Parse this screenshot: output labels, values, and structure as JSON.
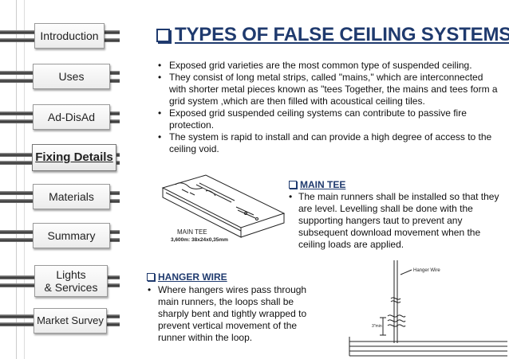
{
  "nav": {
    "items": [
      {
        "label": "Introduction"
      },
      {
        "label": "Uses"
      },
      {
        "label": "Ad-DisAd"
      },
      {
        "label": "Fixing Details"
      },
      {
        "label": "Materials"
      },
      {
        "label": "Summary"
      },
      {
        "label_line1": "Lights",
        "label_line2": "& Services"
      },
      {
        "label": "Market Survey"
      }
    ],
    "active_index": 3
  },
  "title": "TYPES OF FALSE CEILING SYSTEMS",
  "bullets": [
    "Exposed grid varieties are the most common type of suspended ceiling.",
    "They consist of long metal strips, called \"mains,\" which are interconnected with shorter metal pieces known as \"tees  Together, the mains and tees form a grid system ,which are then filled with acoustical ceiling tiles.",
    "Exposed grid suspended ceiling systems can contribute to passive fire protection.",
    "The system is rapid to install and can provide a high degree of access to  the ceiling void."
  ],
  "main_tee": {
    "heading": "MAIN TEE",
    "text": "The main runners shall be installed so that they are level. Levelling shall be done with the supporting hangers taut to prevent any subsequent download movement when the ceiling loads are applied.",
    "figure_label": "MAIN TEE",
    "figure_dims": "3,600m: 38x24x0,35mm"
  },
  "hanger_wire": {
    "heading": "HANGER WIRE",
    "text": "Where hangers wires pass through main runners, the loops shall be sharply bent and tightly wrapped to prevent vertical movement of the runner within the loop.",
    "figure_label": "Hanger Wire",
    "figure_dim": "3\"min"
  },
  "colors": {
    "title": "#1f3a6e",
    "text": "#111111"
  }
}
